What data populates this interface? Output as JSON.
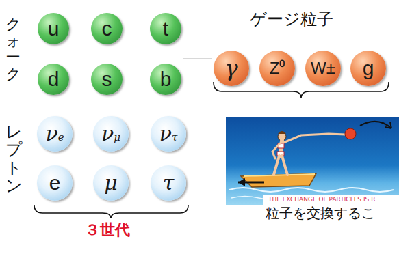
{
  "diagram": {
    "nodes": [
      {
        "text": [
          "u"
        ]
      },
      {
        "text": [
          "c"
        ]
      },
      {
        "text": [
          "t"
        ]
      },
      {
        "text": [
          "d"
        ]
      },
      {
        "text": [
          "s"
        ]
      },
      {
        "text": [
          "b"
        ]
      },
      {
        "text": [
          "γ"
        ]
      },
      {
        "text": [
          "Z⁰"
        ]
      },
      {
        "text": [
          "W±"
        ]
      },
      {
        "text": [
          "g"
        ]
      },
      {
        "text": [
          "νe"
        ]
      },
      {
        "text": [
          "νμ"
        ]
      },
      {
        "text": [
          "ντ"
        ]
      },
      {
        "text": [
          "e"
        ]
      },
      {
        "text": [
          "μ"
        ]
      },
      {
        "text": [
          "τ"
        ]
      }
    ],
    "labels": [
      "クォーク",
      "ゲージ粒子",
      "レプトン",
      "３世代",
      "THE EXCHANGE OF PARTICLES IS R",
      "粒子を交換するこ"
    ]
  }
}
